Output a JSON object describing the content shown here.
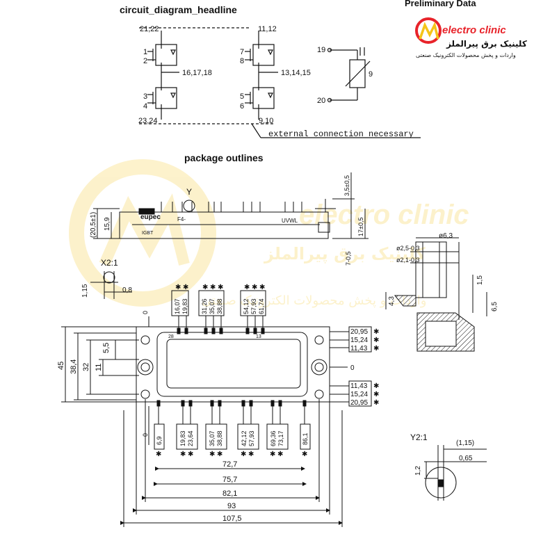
{
  "headings": {
    "circuit": "circuit_diagram_headline",
    "preliminary": "Preliminary Data",
    "package": "package outlines"
  },
  "logo": {
    "brand": "electro clinic",
    "persian_title": "کلینیک برق پیرالملز",
    "persian_subtitle": "واردات و پخش محصولات الکترونیک صنعتی",
    "accent": "#e8232a",
    "accent_yellow": "#f5c419"
  },
  "circuit": {
    "pins_top_left": "21,22",
    "pins_top_right": "11,12",
    "pin_1": "1",
    "pin_2": "2",
    "pin_3": "3",
    "pin_4": "4",
    "pin_5": "5",
    "pin_6": "6",
    "pin_7": "7",
    "pin_8": "8",
    "pins_mid_left": "16,17,18",
    "pins_mid_right": "13,14,15",
    "pins_bottom_left": "23,24",
    "pins_bottom_right": "9,10",
    "ntc_pin_top": "19",
    "ntc_pin_bottom": "20",
    "ntc_id": "9",
    "note": "external connection necessary"
  },
  "side_view": {
    "label_y": "Y",
    "dim_20_5": "(20,5±1)",
    "dim_15_9": "15,9",
    "dim_3_5": "3,5±0,5",
    "dim_17": "17±0,5",
    "dim_7": "7-0,5",
    "brand_text": "eupec",
    "marking_igbt": "IGBT",
    "marking_f4": "F4-",
    "marking_uvwl": "UVWL"
  },
  "detail_x": {
    "label": "X2:1",
    "dim_1_15": "1,15",
    "dim_0_8": "0,8"
  },
  "pin_detail": {
    "dim_6_3": "ø6,3",
    "dim_2_5": "ø2,5-0,3",
    "dim_2_1": "ø2,1-0,3",
    "dim_1_5": "1,5",
    "dim_4_3": "4,3",
    "dim_6_5": "6,5"
  },
  "top_dims": {
    "group1": [
      "16,07",
      "19,83"
    ],
    "group2": [
      "31,26",
      "35,07",
      "38,88"
    ],
    "group3": [
      "54,12",
      "57,93",
      "61,74"
    ],
    "zero": "0",
    "pin_28": "28",
    "pin_13": "13"
  },
  "left_dims": {
    "d45": "45",
    "d38_4": "38,4",
    "d32": "32",
    "d11": "11",
    "d5_5": "5,5"
  },
  "right_dims": {
    "values": [
      "20,95",
      "15,24",
      "11,43",
      "0",
      "11,43",
      "15,24",
      "20,95"
    ]
  },
  "bottom_dims": {
    "zero": "0",
    "values": [
      "6,9",
      "19,83",
      "23,64",
      "35,07",
      "38,88",
      "42,12",
      "57,93",
      "69,36",
      "73,17",
      "86,1"
    ],
    "spans": [
      "72,7",
      "75,7",
      "82,1",
      "93",
      "107,5"
    ]
  },
  "detail_y": {
    "label": "Y2:1",
    "dim_1_15": "(1,15)",
    "dim_0_65": "0,65",
    "dim_1_2": "1,2"
  }
}
